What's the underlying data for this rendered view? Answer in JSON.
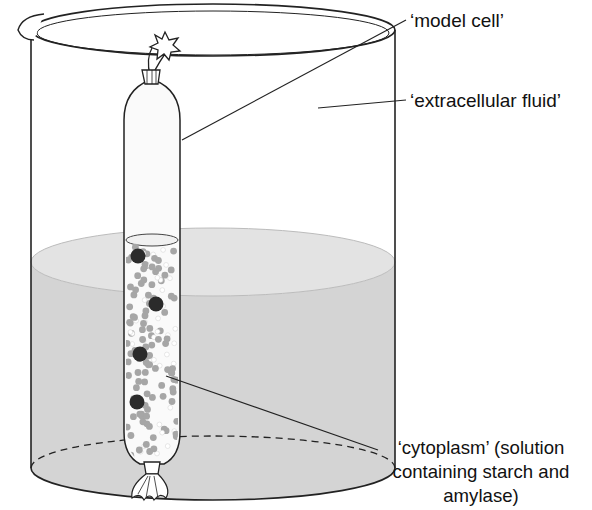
{
  "diagram": {
    "labels": [
      "‘model cell’",
      "‘extracellular fluid’",
      "‘cytoplasm’ (solution containing starch and amylase)"
    ]
  }
}
